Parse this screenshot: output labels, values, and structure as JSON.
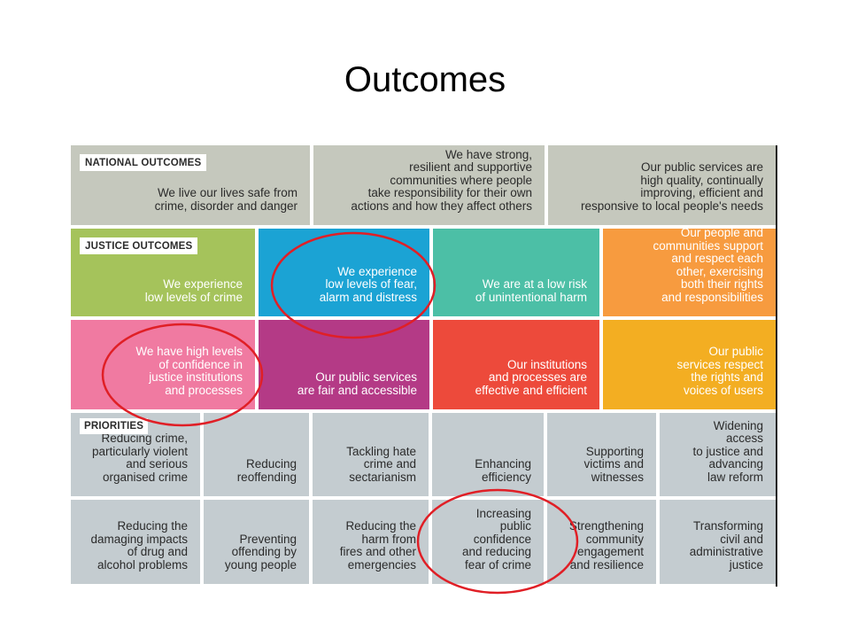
{
  "title": "Outcomes",
  "colors": {
    "national": "#c5c8bd",
    "crime": "#a5c35b",
    "fear": "#1ba3d4",
    "harm": "#4cbfa6",
    "support": "#f79b3f",
    "confidence": "#f07aa1",
    "fair": "#b43a86",
    "institutions": "#ed4a3b",
    "rights": "#f3ae22",
    "priorities": "#c4ccd0",
    "ring": "#e01f26"
  },
  "national": {
    "label": "NATIONAL OUTCOMES",
    "items": [
      "We live our lives safe from\ncrime, disorder and danger",
      "We have strong,\nresilient and supportive\ncommunities where people\ntake responsibility for their own\nactions and how they affect others",
      "Our public services are\nhigh quality, continually\nimproving, efficient and\nresponsive to local people's needs"
    ]
  },
  "justice": {
    "label": "JUSTICE OUTCOMES",
    "items": [
      "We experience\nlow levels of crime",
      "We experience\nlow levels of fear,\nalarm and distress",
      "We are at a low risk\nof unintentional harm",
      "Our people and\ncommunities support\nand respect each\nother, exercising\nboth their rights\nand responsibilities",
      "We have high levels\nof confidence in\njustice institutions\nand processes",
      "Our public services\nare fair and accessible",
      "Our institutions\nand processes are\neffective and efficient",
      "Our public\nservices respect\nthe rights and\nvoices of users"
    ]
  },
  "priorities": {
    "label": "PRIORITIES",
    "items": [
      "Reducing crime,\nparticularly violent\nand serious\norganised crime",
      "Reducing\nreoffending",
      "Tackling hate\ncrime and\nsectarianism",
      "Enhancing\nefficiency",
      "Supporting\nvictims and\nwitnesses",
      "Widening\naccess\nto justice and\nadvancing\nlaw reform",
      "Reducing the\ndamaging impacts\nof drug and\nalcohol problems",
      "Preventing\noffending by\nyoung people",
      "Reducing the\nharm from\nfires and other\nemergencies",
      "Increasing\npublic\nconfidence\nand reducing\nfear of crime",
      "Strengthening\ncommunity\nengagement\nand resilience",
      "Transforming\ncivil and\nadministrative\njustice"
    ]
  }
}
